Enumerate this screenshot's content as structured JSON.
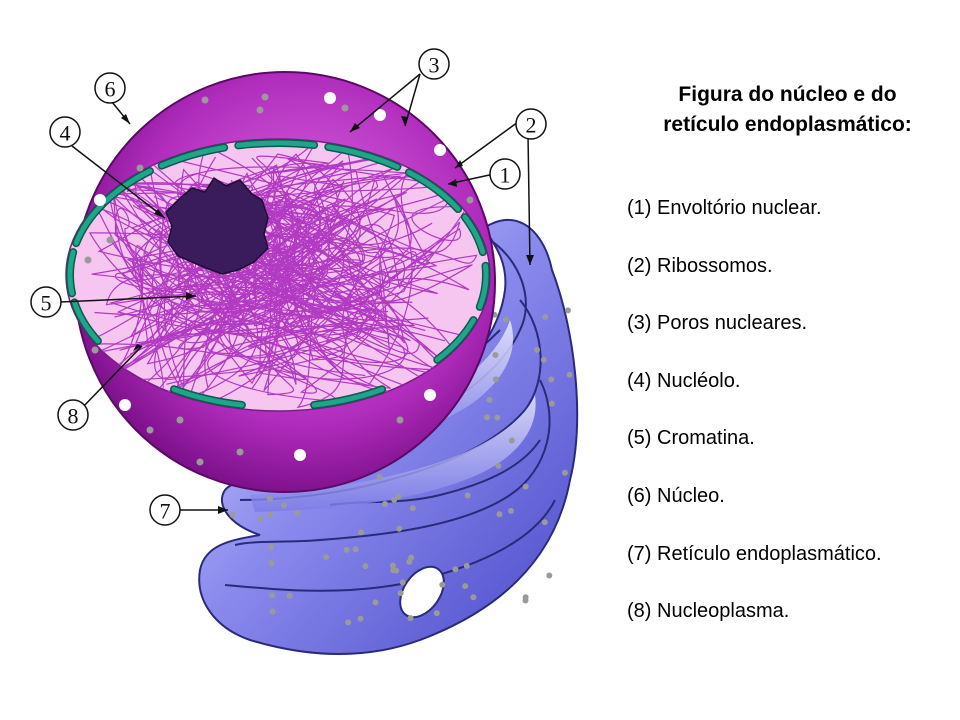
{
  "title": {
    "line1": "Figura do núcleo e do",
    "line2": "retículo endoplasmático:"
  },
  "legend": [
    "(1) Envoltório nuclear.",
    "(2) Ribossomos.",
    "(3) Poros nucleares.",
    "(4) Nucléolo.",
    "(5) Cromatina.",
    "(6) Núcleo.",
    "(7) Retículo endoplasmático.",
    "(8) Nucleoplasma."
  ],
  "callouts": [
    "1",
    "2",
    "3",
    "4",
    "5",
    "6",
    "7",
    "8"
  ],
  "colors": {
    "nucleus": "#9c1aa6",
    "nucleoplasm": "#f4c0ee",
    "chromatin": "#b23ac3",
    "nucleolus": "#3a1c5c",
    "envelope": "#1fa58c",
    "reticulum": "#6d6ee0",
    "ribosome": "#9a9a9a"
  }
}
